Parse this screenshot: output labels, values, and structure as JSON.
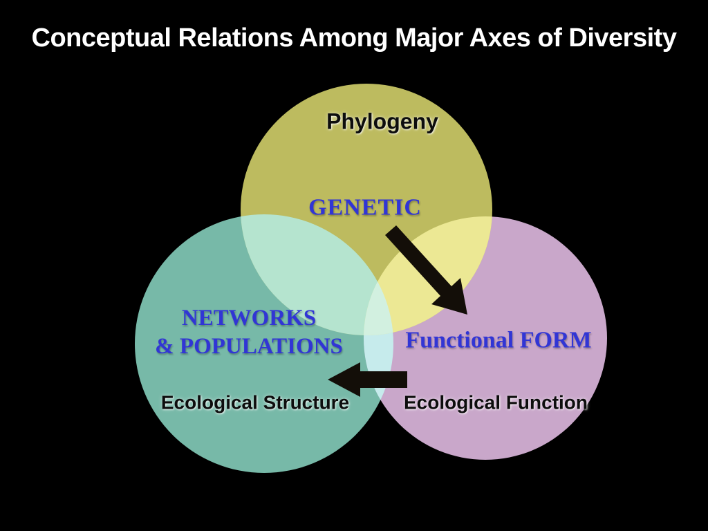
{
  "title": "Conceptual Relations Among Major Axes of Diversity",
  "colors": {
    "background": "#000000",
    "title_text": "#ffffff",
    "axis_text": "#3135d5",
    "circle_label_text": "#0d0d0d",
    "arrow": "#130e08",
    "circle_phylogeny": "#bdbb5f",
    "circle_networks": "#77b9a8",
    "circle_form": "#c9a7ca",
    "overlap_phylogeny_networks": "#b5e4cf",
    "overlap_phylogeny_form": "#ece894",
    "overlap_networks_form": "#c6ebec",
    "overlap_all_three": "#d2f0e0"
  },
  "circles": {
    "phylogeny": {
      "top_label": "Phylogeny",
      "axis_label": "GENETIC"
    },
    "networks": {
      "axis_label_line1": "NETWORKS",
      "axis_label_line2": "& POPULATIONS",
      "bottom_label": "Ecological Structure"
    },
    "form": {
      "axis_label": "Functional FORM",
      "bottom_label": "Ecological Function"
    }
  },
  "arrows": [
    {
      "name": "genetic-to-functional-form",
      "direction": "down-right"
    },
    {
      "name": "ecological-function-to-ecological-structure",
      "direction": "left"
    }
  ]
}
